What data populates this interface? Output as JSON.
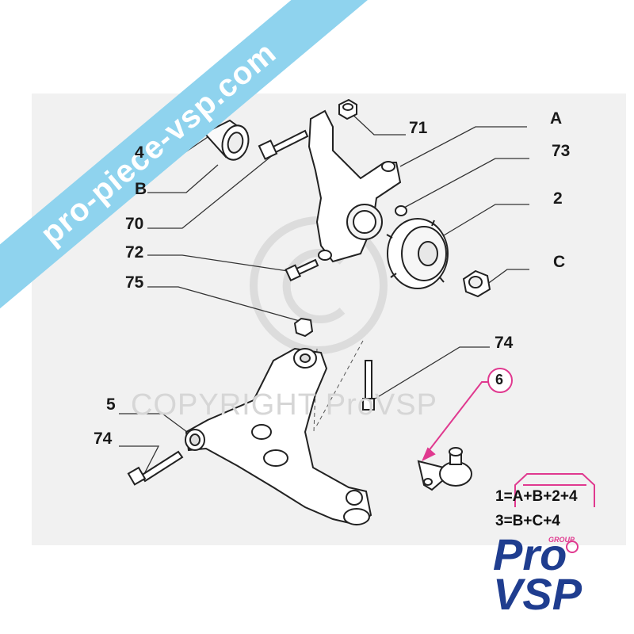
{
  "banner": {
    "text": "pro-piece-vsp.com",
    "color": "#8fd3ee"
  },
  "watermark": {
    "text": "COPYRIGHT ProVSP"
  },
  "labels": {
    "l4": "4",
    "lB": "B",
    "l70": "70",
    "l72": "72",
    "l75": "75",
    "l71": "71",
    "lA": "A",
    "l73": "73",
    "l2": "2",
    "lC": "C",
    "l74a": "74",
    "l6": "6",
    "l5": "5",
    "l74b": "74"
  },
  "formulas": {
    "f1": "1=A+B+2+4",
    "f3": "3=B+C+4"
  },
  "logo": {
    "group": "GROUP",
    "pro": "Pro",
    "vsp": "VSP",
    "accent": "#e0398f",
    "brand": "#1f3d8f"
  }
}
